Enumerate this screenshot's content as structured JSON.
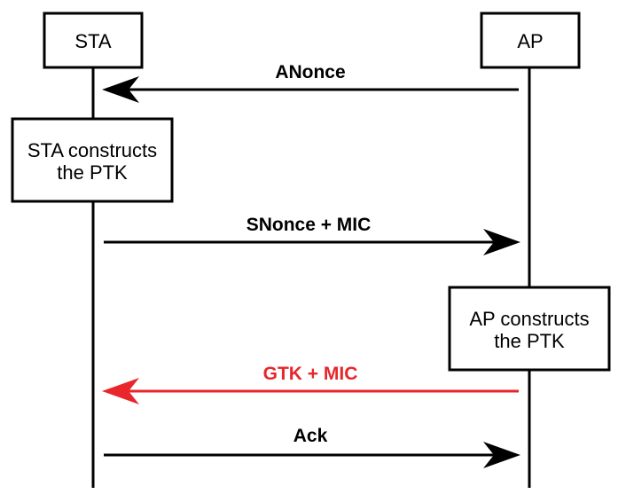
{
  "participants": {
    "sta": {
      "label": "STA"
    },
    "ap": {
      "label": "AP"
    }
  },
  "notes": {
    "sta_constructs": {
      "line1": "STA constructs",
      "line2": "the PTK"
    },
    "ap_constructs": {
      "line1": "AP constructs",
      "line2": "the PTK"
    }
  },
  "messages": {
    "anonce": {
      "label": "ANonce",
      "direction": "AP to STA",
      "color": "#000000"
    },
    "snonce": {
      "label": "SNonce + MIC",
      "direction": "STA to AP",
      "color": "#000000"
    },
    "gtk": {
      "label": "GTK + MIC",
      "direction": "AP to STA",
      "color": "#e8262b"
    },
    "ack": {
      "label": "Ack",
      "direction": "STA to AP",
      "color": "#000000"
    }
  }
}
